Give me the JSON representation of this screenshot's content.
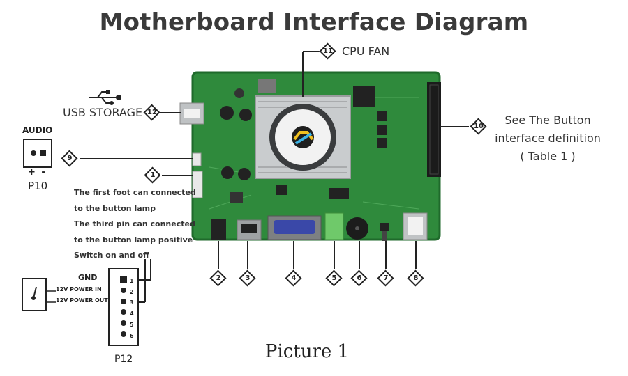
{
  "title": "Motherboard Interface Diagram",
  "caption": "Picture 1",
  "labels": {
    "cpu_fan": "CPU FAN",
    "usb_storage": "USB STORAGE",
    "button_def_line1": "See The Button",
    "button_def_line2": "interface definition",
    "button_def_line3": "( Table 1 )",
    "audio": "AUDIO",
    "audio_polarity": "+ -",
    "p10": "P10",
    "p12": "P12",
    "gnd": "GND",
    "power_in": "12V POWER IN",
    "power_out": "12V POWER OUT"
  },
  "notes": [
    "The first foot can connected",
    "to the button lamp",
    "The third pin can connected",
    "to the button lamp positive",
    "Switch on and off"
  ],
  "callouts": [
    "1",
    "2",
    "3",
    "4",
    "5",
    "6",
    "7",
    "8",
    "9",
    "10",
    "11",
    "12"
  ],
  "pins": [
    "1",
    "2",
    "3",
    "4",
    "5",
    "6"
  ],
  "colors": {
    "pcb": "#2f8a3c",
    "pcb_dark": "#1f6a2b",
    "heatsink": "#c9ccce",
    "fan": "#3a3c3e",
    "header": "#1b1b1b"
  }
}
